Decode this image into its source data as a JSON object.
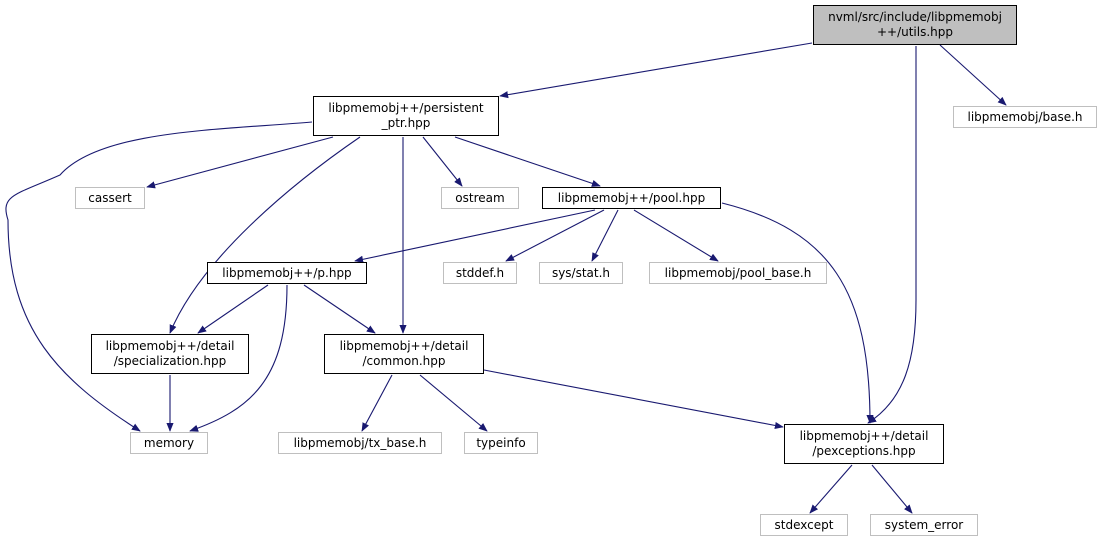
{
  "graph": {
    "nodes": [
      {
        "id": "utils",
        "kind": "root",
        "lines": [
          "nvml/src/include/libpmemobj",
          "++/utils.hpp"
        ]
      },
      {
        "id": "persistent_ptr",
        "kind": "internal",
        "lines": [
          "libpmemobj++/persistent",
          "_ptr.hpp"
        ]
      },
      {
        "id": "base_h",
        "kind": "external",
        "lines": [
          "libpmemobj/base.h"
        ]
      },
      {
        "id": "cassert",
        "kind": "external",
        "lines": [
          "cassert"
        ]
      },
      {
        "id": "ostream",
        "kind": "external",
        "lines": [
          "ostream"
        ]
      },
      {
        "id": "pool_hpp",
        "kind": "internal",
        "lines": [
          "libpmemobj++/pool.hpp"
        ]
      },
      {
        "id": "p_hpp",
        "kind": "internal",
        "lines": [
          "libpmemobj++/p.hpp"
        ]
      },
      {
        "id": "stddef",
        "kind": "external",
        "lines": [
          "stddef.h"
        ]
      },
      {
        "id": "sys_stat",
        "kind": "external",
        "lines": [
          "sys/stat.h"
        ]
      },
      {
        "id": "pool_base_h",
        "kind": "external",
        "lines": [
          "libpmemobj/pool_base.h"
        ]
      },
      {
        "id": "specialization",
        "kind": "internal",
        "lines": [
          "libpmemobj++/detail",
          "/specialization.hpp"
        ]
      },
      {
        "id": "common",
        "kind": "internal",
        "lines": [
          "libpmemobj++/detail",
          "/common.hpp"
        ]
      },
      {
        "id": "memory",
        "kind": "external",
        "lines": [
          "memory"
        ]
      },
      {
        "id": "tx_base",
        "kind": "external",
        "lines": [
          "libpmemobj/tx_base.h"
        ]
      },
      {
        "id": "typeinfo",
        "kind": "external",
        "lines": [
          "typeinfo"
        ]
      },
      {
        "id": "pexceptions",
        "kind": "internal",
        "lines": [
          "libpmemobj++/detail",
          "/pexceptions.hpp"
        ]
      },
      {
        "id": "stdexcept",
        "kind": "external",
        "lines": [
          "stdexcept"
        ]
      },
      {
        "id": "system_error",
        "kind": "external",
        "lines": [
          "system_error"
        ]
      }
    ],
    "edges": [
      {
        "from": "utils",
        "to": "persistent_ptr"
      },
      {
        "from": "utils",
        "to": "pexceptions"
      },
      {
        "from": "utils",
        "to": "base_h"
      },
      {
        "from": "persistent_ptr",
        "to": "memory"
      },
      {
        "from": "persistent_ptr",
        "to": "cassert"
      },
      {
        "from": "persistent_ptr",
        "to": "specialization"
      },
      {
        "from": "persistent_ptr",
        "to": "common"
      },
      {
        "from": "persistent_ptr",
        "to": "ostream"
      },
      {
        "from": "persistent_ptr",
        "to": "pool_hpp"
      },
      {
        "from": "pool_hpp",
        "to": "p_hpp"
      },
      {
        "from": "pool_hpp",
        "to": "stddef"
      },
      {
        "from": "pool_hpp",
        "to": "sys_stat"
      },
      {
        "from": "pool_hpp",
        "to": "pool_base_h"
      },
      {
        "from": "pool_hpp",
        "to": "pexceptions"
      },
      {
        "from": "p_hpp",
        "to": "specialization"
      },
      {
        "from": "p_hpp",
        "to": "memory"
      },
      {
        "from": "p_hpp",
        "to": "common"
      },
      {
        "from": "specialization",
        "to": "memory"
      },
      {
        "from": "common",
        "to": "tx_base"
      },
      {
        "from": "common",
        "to": "typeinfo"
      },
      {
        "from": "common",
        "to": "pexceptions"
      },
      {
        "from": "pexceptions",
        "to": "stdexcept"
      },
      {
        "from": "pexceptions",
        "to": "system_error"
      }
    ],
    "colors": {
      "edge": "#191970",
      "root_fill": "#bfbfbf",
      "internal_border": "#000000",
      "external_border": "#bfbfbf"
    }
  }
}
